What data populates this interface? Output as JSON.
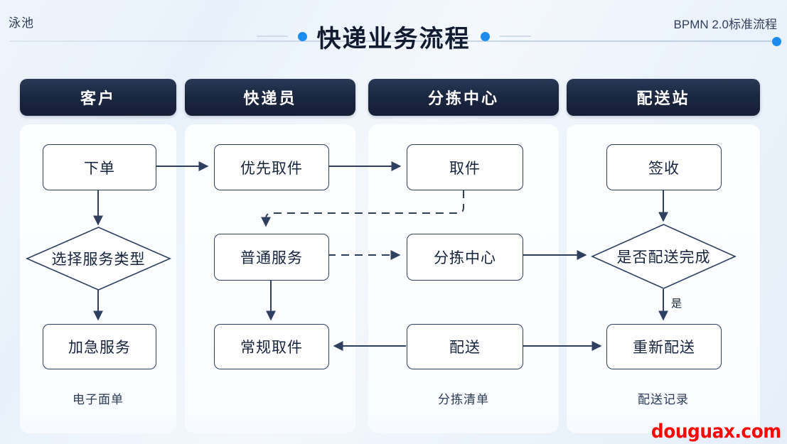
{
  "header": {
    "pool_label": "泳池",
    "title": "快递业务流程",
    "standard_label": "BPMN 2.0标准流程"
  },
  "lanes": [
    {
      "id": "customer",
      "title": "客户",
      "footer": "电子面单"
    },
    {
      "id": "courier",
      "title": "快递员",
      "footer": ""
    },
    {
      "id": "sorting",
      "title": "分拣中心",
      "footer": "分拣清单"
    },
    {
      "id": "station",
      "title": "配送站",
      "footer": "配送记录"
    }
  ],
  "nodes": {
    "place_order": "下单",
    "choose_service": "选择服务类型",
    "express_service": "加急服务",
    "priority_pickup": "优先取件",
    "normal_service": "普通服务",
    "regular_pickup": "常规取件",
    "pickup": "取件",
    "sorting_center": "分拣中心",
    "delivery": "配送",
    "sign_receipt": "签收",
    "delivered_check": "是否配送完成",
    "redeliver": "重新配送"
  },
  "edge_labels": {
    "yes": "是"
  },
  "watermark": "douguax.com",
  "colors": {
    "accent": "#1d8cf0",
    "lane_header": "#1b2741",
    "node_border": "#2f3f60",
    "text": "#16233d",
    "watermark": "#fb0806"
  }
}
